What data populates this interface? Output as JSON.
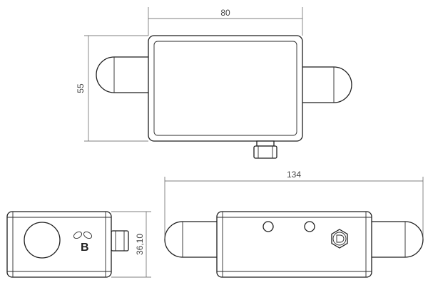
{
  "dimensions": {
    "width_top": "80",
    "height_top": "55",
    "length_front": "134",
    "height_side": "36,10"
  },
  "views": [
    "top-view",
    "side-view",
    "front-view"
  ],
  "logo_letter": "B",
  "colors": {
    "line": "#1e1e1e",
    "dimension": "#555555",
    "background": "#ffffff"
  }
}
